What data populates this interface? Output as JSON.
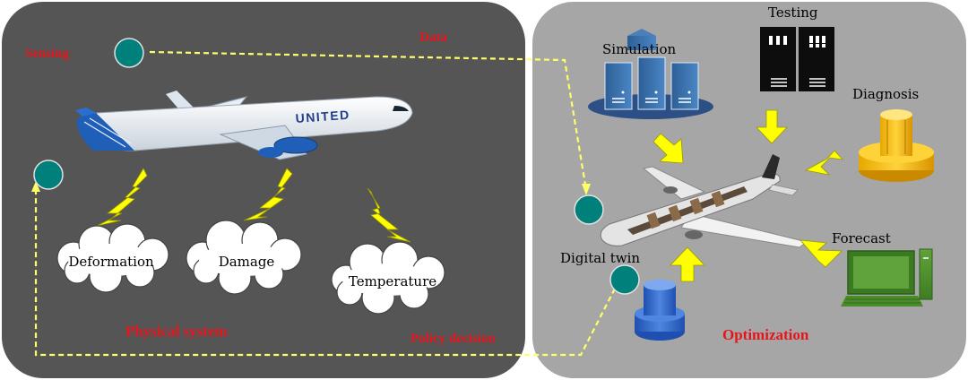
{
  "physical": {
    "title": "Physical system",
    "sensing": "Sensing",
    "data": "Data",
    "airline_logo": "UNITED",
    "effects": [
      "Deformation",
      "Damage",
      "Temperature"
    ]
  },
  "digital": {
    "title": "Optimization",
    "modules": [
      "Simulation",
      "Testing",
      "Diagnosis",
      "Forecast"
    ],
    "twin": "Digital twin"
  },
  "loop": {
    "policy": "Policy decision"
  },
  "colors": {
    "left_panel": "#555555",
    "right_panel": "#a6a6a6",
    "accent_red": "#e8141b",
    "lightning": "#ffff00",
    "node": "#00807a",
    "dashed_path": "#ffff66"
  }
}
